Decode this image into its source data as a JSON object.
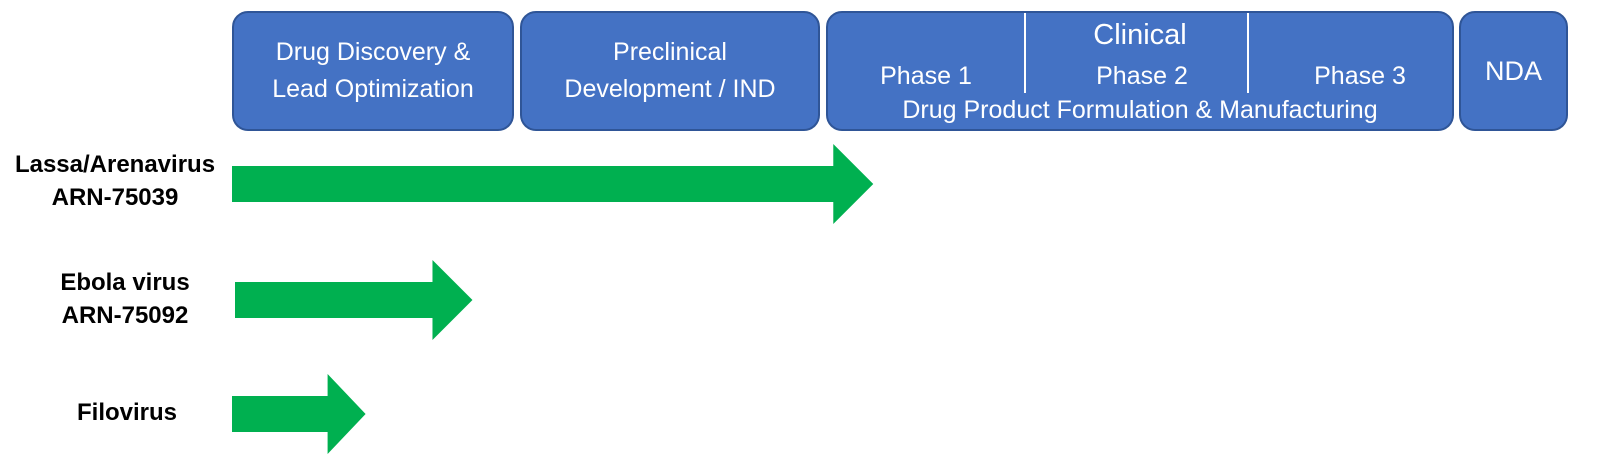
{
  "stages": {
    "discovery": {
      "line1": "Drug Discovery &",
      "line2": "Lead Optimization"
    },
    "preclinical": {
      "line1": "Preclinical",
      "line2": "Development / IND"
    },
    "clinical": {
      "title": "Clinical",
      "phases": [
        "Phase 1",
        "Phase 2",
        "Phase 3"
      ],
      "footer": "Drug Product Formulation & Manufacturing"
    },
    "nda": {
      "label": "NDA"
    }
  },
  "programs": [
    {
      "line1": "Lassa/Arenavirus",
      "line2": "ARN-75039",
      "stage": "Phase 1",
      "progress": 0.48
    },
    {
      "line1": "Ebola virus",
      "line2": "ARN-75092",
      "stage": "Drug Discovery & Lead Optimization",
      "progress": 0.18
    },
    {
      "line1": "Filovirus",
      "line2": "",
      "stage": "Drug Discovery & Lead Optimization",
      "progress": 0.1
    }
  ],
  "colors": {
    "stage_fill": "#4472c4",
    "stage_border": "#2f5597",
    "arrow": "#00b050",
    "label_text": "#000000"
  }
}
